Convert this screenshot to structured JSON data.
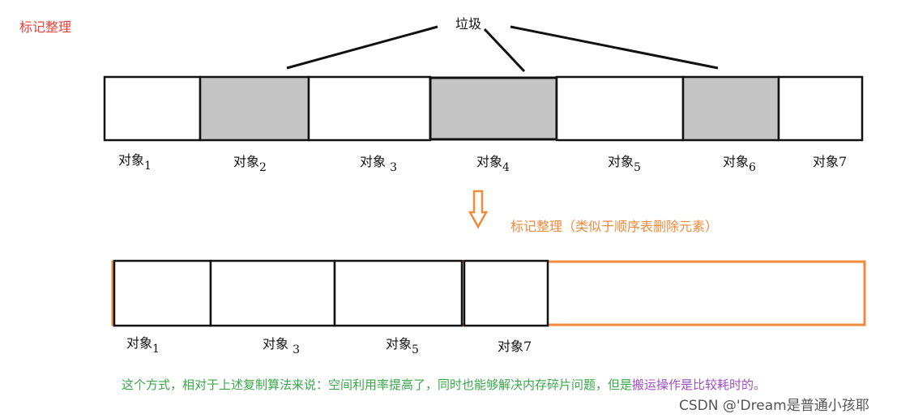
{
  "header": {
    "title": "标记整理"
  },
  "garbage": {
    "label": "垃圾"
  },
  "before": {
    "objects": [
      {
        "name": "对象",
        "sub": "1",
        "garbage": false
      },
      {
        "name": "对象",
        "sub": "2",
        "garbage": true
      },
      {
        "name": "对象 ",
        "sub": "3",
        "garbage": false
      },
      {
        "name": "对象",
        "sub": "4",
        "garbage": true
      },
      {
        "name": "对象",
        "sub": "5",
        "garbage": false
      },
      {
        "name": "对象",
        "sub": "6",
        "garbage": true
      },
      {
        "name": "对象7",
        "sub": "",
        "garbage": false
      }
    ]
  },
  "after": {
    "caption": "标记整理（类似于顺序表删除元素）",
    "objects": [
      {
        "name": "对象",
        "sub": "1"
      },
      {
        "name": "对象 ",
        "sub": "3"
      },
      {
        "name": "对象",
        "sub": "5"
      },
      {
        "name": "对象7",
        "sub": ""
      }
    ]
  },
  "summary": {
    "part1": "这个方式，相对于上述复制算法来说：空间利用率提高了，同时也能够解决内存碎片问题，但是",
    "part2": "搬运操作是比较耗时的。"
  },
  "watermark": "CSDN @'Dream是普通小孩耶",
  "colors": {
    "garbage_fill": "#c4c4c4",
    "orange": "#f08a3c",
    "title_red": "#e8403a",
    "summary_green": "#3aa64a",
    "summary_purple": "#a04ec8"
  }
}
